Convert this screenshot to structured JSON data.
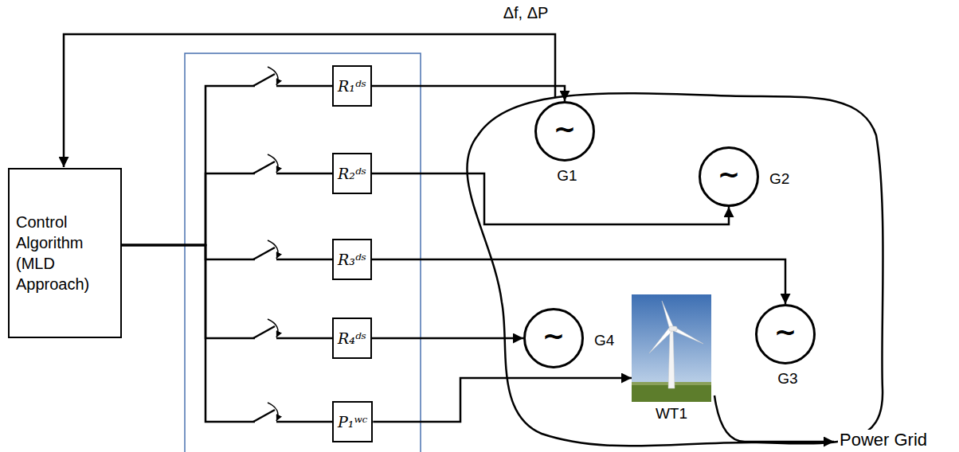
{
  "diagram": {
    "nodes": [
      {
        "text": [
          "Control Algorithm (MLD Approach)"
        ]
      },
      {
        "text": [
          "R₁ᵈˢ"
        ]
      },
      {
        "text": [
          "R₂ᵈˢ"
        ]
      },
      {
        "text": [
          "R₃ᵈˢ"
        ]
      },
      {
        "text": [
          "R₄ᵈˢ"
        ]
      },
      {
        "text": [
          "P₁ʷᶜ"
        ]
      },
      {
        "text": [
          "~",
          "G1"
        ]
      },
      {
        "text": [
          "~",
          "G2"
        ]
      },
      {
        "text": [
          "~",
          "G3"
        ]
      },
      {
        "text": [
          "~",
          "G4"
        ]
      },
      {
        "text": [
          "WT1"
        ]
      }
    ],
    "edges": [
      {
        "from": 0,
        "to": 1,
        "arrow": "none"
      },
      {
        "from": 0,
        "to": 2,
        "arrow": "none"
      },
      {
        "from": 0,
        "to": 3,
        "arrow": "none"
      },
      {
        "from": 0,
        "to": 4,
        "arrow": "none"
      },
      {
        "from": 0,
        "to": 5,
        "arrow": "none"
      },
      {
        "from": 1,
        "to": 6,
        "arrow": "to"
      },
      {
        "from": 2,
        "to": 7,
        "arrow": "to"
      },
      {
        "from": 3,
        "to": 8,
        "arrow": "to"
      },
      {
        "from": 4,
        "to": 9,
        "arrow": "to"
      },
      {
        "from": 5,
        "to": 10,
        "arrow": "to"
      }
    ],
    "labels": [
      "Δf, ΔP",
      "Power Grid"
    ]
  }
}
